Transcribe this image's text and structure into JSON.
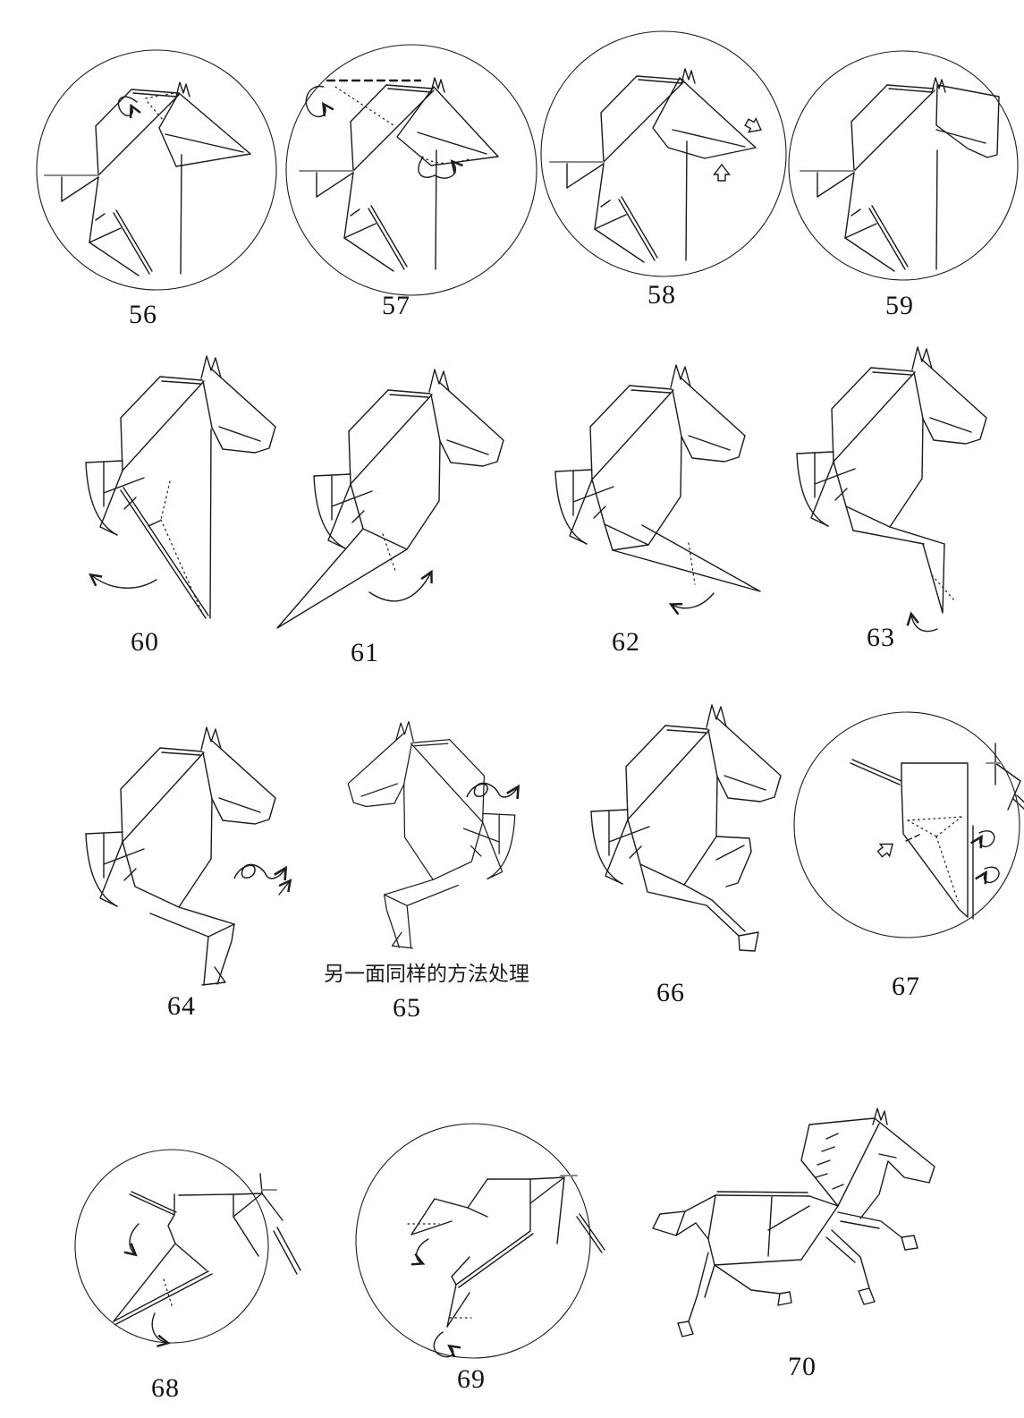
{
  "page": {
    "background": "#ffffff",
    "ink_color": "#1b1b1b",
    "accent_gray": "#8a8a8a",
    "description": "Origami horse folding instructions, steps 56 to 70"
  },
  "steps": [
    {
      "label": "56",
      "kind": "circled-detail"
    },
    {
      "label": "57",
      "kind": "circled-detail"
    },
    {
      "label": "58",
      "kind": "circled-detail"
    },
    {
      "label": "59",
      "kind": "circled-detail"
    },
    {
      "label": "60",
      "kind": "figure"
    },
    {
      "label": "61",
      "kind": "figure"
    },
    {
      "label": "62",
      "kind": "figure"
    },
    {
      "label": "63",
      "kind": "figure"
    },
    {
      "label": "64",
      "kind": "figure"
    },
    {
      "label": "65",
      "kind": "figure",
      "note": "另一面同样的方法处理"
    },
    {
      "label": "66",
      "kind": "figure"
    },
    {
      "label": "67",
      "kind": "circled-detail"
    },
    {
      "label": "68",
      "kind": "circled-detail"
    },
    {
      "label": "69",
      "kind": "circled-detail"
    },
    {
      "label": "70",
      "kind": "finished-model"
    }
  ]
}
